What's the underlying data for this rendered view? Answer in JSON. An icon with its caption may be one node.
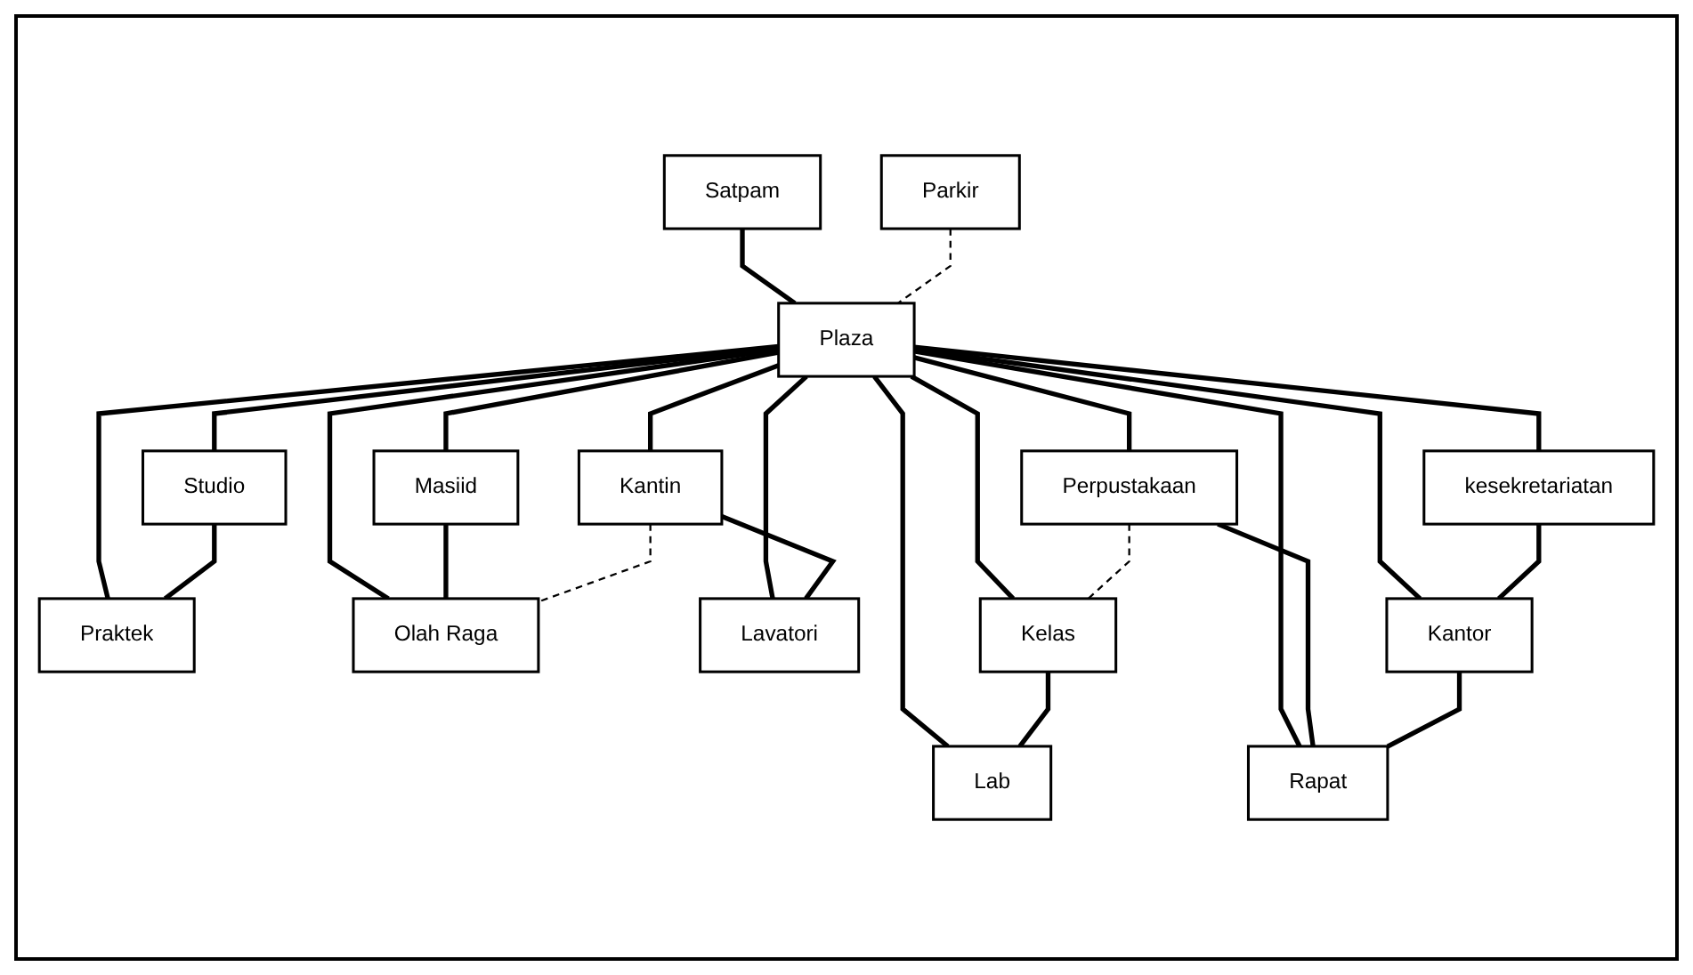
{
  "diagram": {
    "nodes": [
      {
        "text": [
          "Satpam"
        ]
      },
      {
        "text": [
          "Studio"
        ]
      },
      {
        "text": [
          "Masiid"
        ]
      },
      {
        "text": [
          "Kantin"
        ]
      },
      {
        "text": [
          "Parkir"
        ]
      },
      {
        "text": [
          "Plaza"
        ]
      },
      {
        "text": [
          "Praktek"
        ]
      },
      {
        "text": [
          "Lavatori"
        ]
      },
      {
        "text": [
          "kesekretariatan"
        ]
      },
      {
        "text": [
          "Kantor"
        ]
      },
      {
        "text": [
          "Olah Raga"
        ]
      },
      {
        "text": [
          "Perpustakaan"
        ]
      },
      {
        "text": [
          "Rapat"
        ]
      },
      {
        "text": [
          "Kelas"
        ]
      },
      {
        "text": [
          "Lab"
        ]
      }
    ],
    "edges": [
      {
        "from": 0,
        "to": 5,
        "arrow": "none"
      },
      {
        "from": 4,
        "to": 5,
        "arrow": "none",
        "style": "dashed"
      },
      {
        "from": 5,
        "to": 1,
        "arrow": "none"
      },
      {
        "from": 5,
        "to": 2,
        "arrow": "none"
      },
      {
        "from": 5,
        "to": 3,
        "arrow": "none"
      },
      {
        "from": 5,
        "to": 6,
        "arrow": "none"
      },
      {
        "from": 5,
        "to": 10,
        "arrow": "none"
      },
      {
        "from": 5,
        "to": 7,
        "arrow": "none"
      },
      {
        "from": 1,
        "to": 6,
        "arrow": "none"
      },
      {
        "from": 2,
        "to": 10,
        "arrow": "none"
      },
      {
        "from": 3,
        "to": 7,
        "arrow": "none"
      },
      {
        "from": 3,
        "to": 10,
        "arrow": "none",
        "style": "dashed"
      },
      {
        "from": 5,
        "to": 8,
        "arrow": "none"
      },
      {
        "from": 5,
        "to": 9,
        "arrow": "none"
      },
      {
        "from": 5,
        "to": 11,
        "arrow": "none"
      },
      {
        "from": 5,
        "to": 12,
        "arrow": "none"
      },
      {
        "from": 5,
        "to": 13,
        "arrow": "none"
      },
      {
        "from": 5,
        "to": 14,
        "arrow": "none"
      },
      {
        "from": 8,
        "to": 9,
        "arrow": "none"
      },
      {
        "from": 11,
        "to": 12,
        "arrow": "none"
      },
      {
        "from": 13,
        "to": 14,
        "arrow": "none"
      },
      {
        "from": 9,
        "to": 12,
        "arrow": "none"
      },
      {
        "from": 11,
        "to": 13,
        "arrow": "none",
        "style": "dashed"
      }
    ]
  }
}
